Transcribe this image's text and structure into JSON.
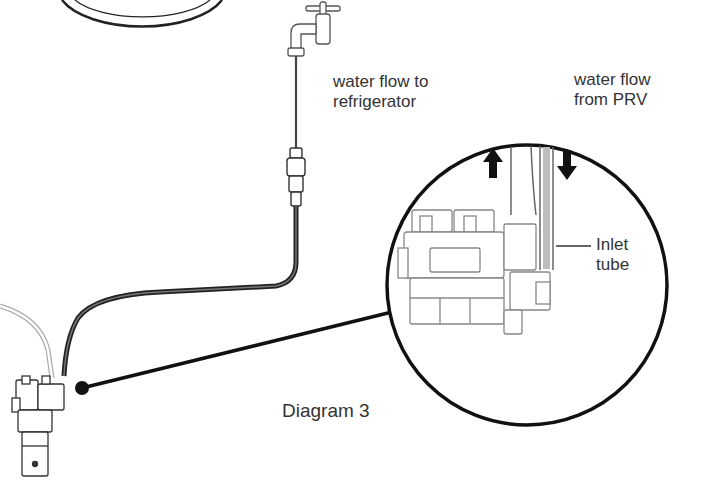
{
  "diagram": {
    "caption": "Diagram 3",
    "labels": [
      "water flow to refrigerator",
      "water flow from PRV",
      "Inlet tube"
    ]
  }
}
